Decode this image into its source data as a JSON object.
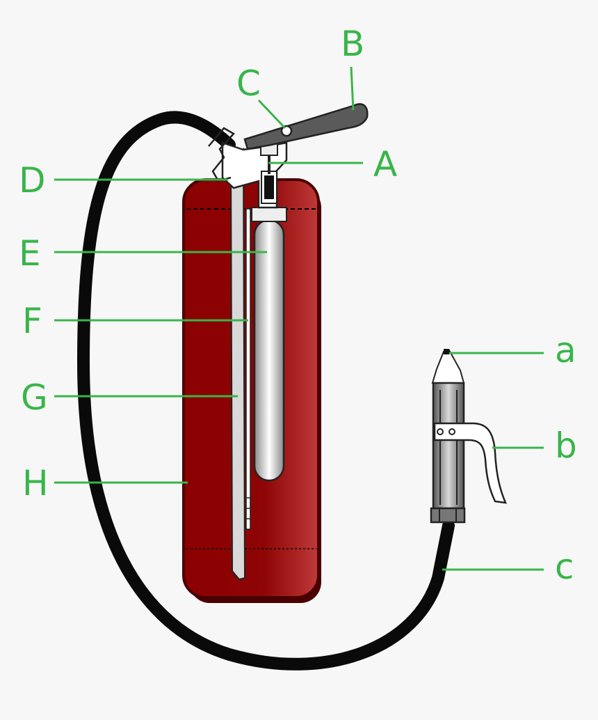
{
  "labels": {
    "A": "A",
    "B": "B",
    "C": "C",
    "D": "D",
    "E": "E",
    "F": "F",
    "G": "G",
    "H": "H",
    "a": "a",
    "b": "b",
    "c": "c"
  },
  "colors": {
    "label_green": "#39b54a",
    "body_dark": "#8b0000",
    "body_light": "#b83030",
    "outline": "#000000",
    "handle": "#5a5a5a",
    "hose": "#0a0a0a",
    "background": "#f7f7f7"
  }
}
